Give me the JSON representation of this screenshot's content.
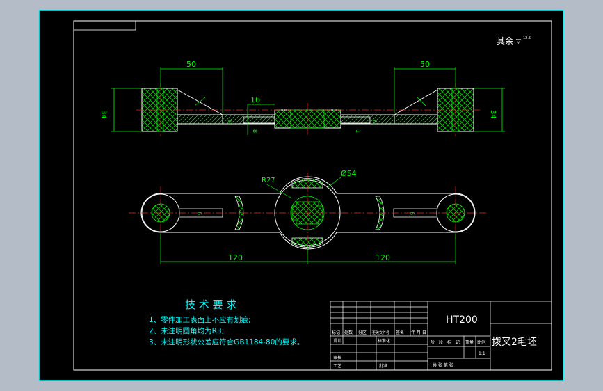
{
  "drawing": {
    "roughness_note": "其余",
    "roughness_symbol": "▽",
    "roughness_value": "12.5",
    "dims": {
      "top_left_50": "50",
      "top_right_50": "50",
      "left_34": "34",
      "right_34": "34",
      "center_16": "16",
      "left_r6": "6",
      "right_r6": "6",
      "small_8": "8",
      "small_1": "1",
      "r27": "R27",
      "d54": "Ø54",
      "left_120": "120",
      "right_120": "120",
      "slot_left_6": "6",
      "slot_right_6": "6"
    }
  },
  "tech_requirements": {
    "title": "技 术 要 求",
    "items": [
      "1、零件加工表面上不应有划痕;",
      "2、未注明圆角均为R3;",
      "3、未注明形状公差应符合GB1184-80的要求。"
    ]
  },
  "title_block": {
    "material": "HT200",
    "part_name": "拨叉2毛坯",
    "scale_label": "比例",
    "scale_value": "1:1",
    "headers": [
      "标记",
      "处数",
      "分区",
      "更改文件号",
      "签名",
      "年 月 日"
    ],
    "design": "设计",
    "standardize": "标准化",
    "review": "审核",
    "process": "工艺",
    "approve": "批准",
    "stage_marks": [
      "阶",
      "段",
      "标",
      "记"
    ],
    "weight": "重量",
    "sheet_info": "共    张  第    张"
  },
  "colors": {
    "paper": "#000000",
    "frame": "#ffffff",
    "outline": "#ffffff",
    "dimension": "#00ff00",
    "hatch": "#00ff00",
    "center": "#ff2020",
    "text": "#ffffff",
    "cyan": "#00ffff",
    "outer_bg": "#b4bcc8"
  }
}
